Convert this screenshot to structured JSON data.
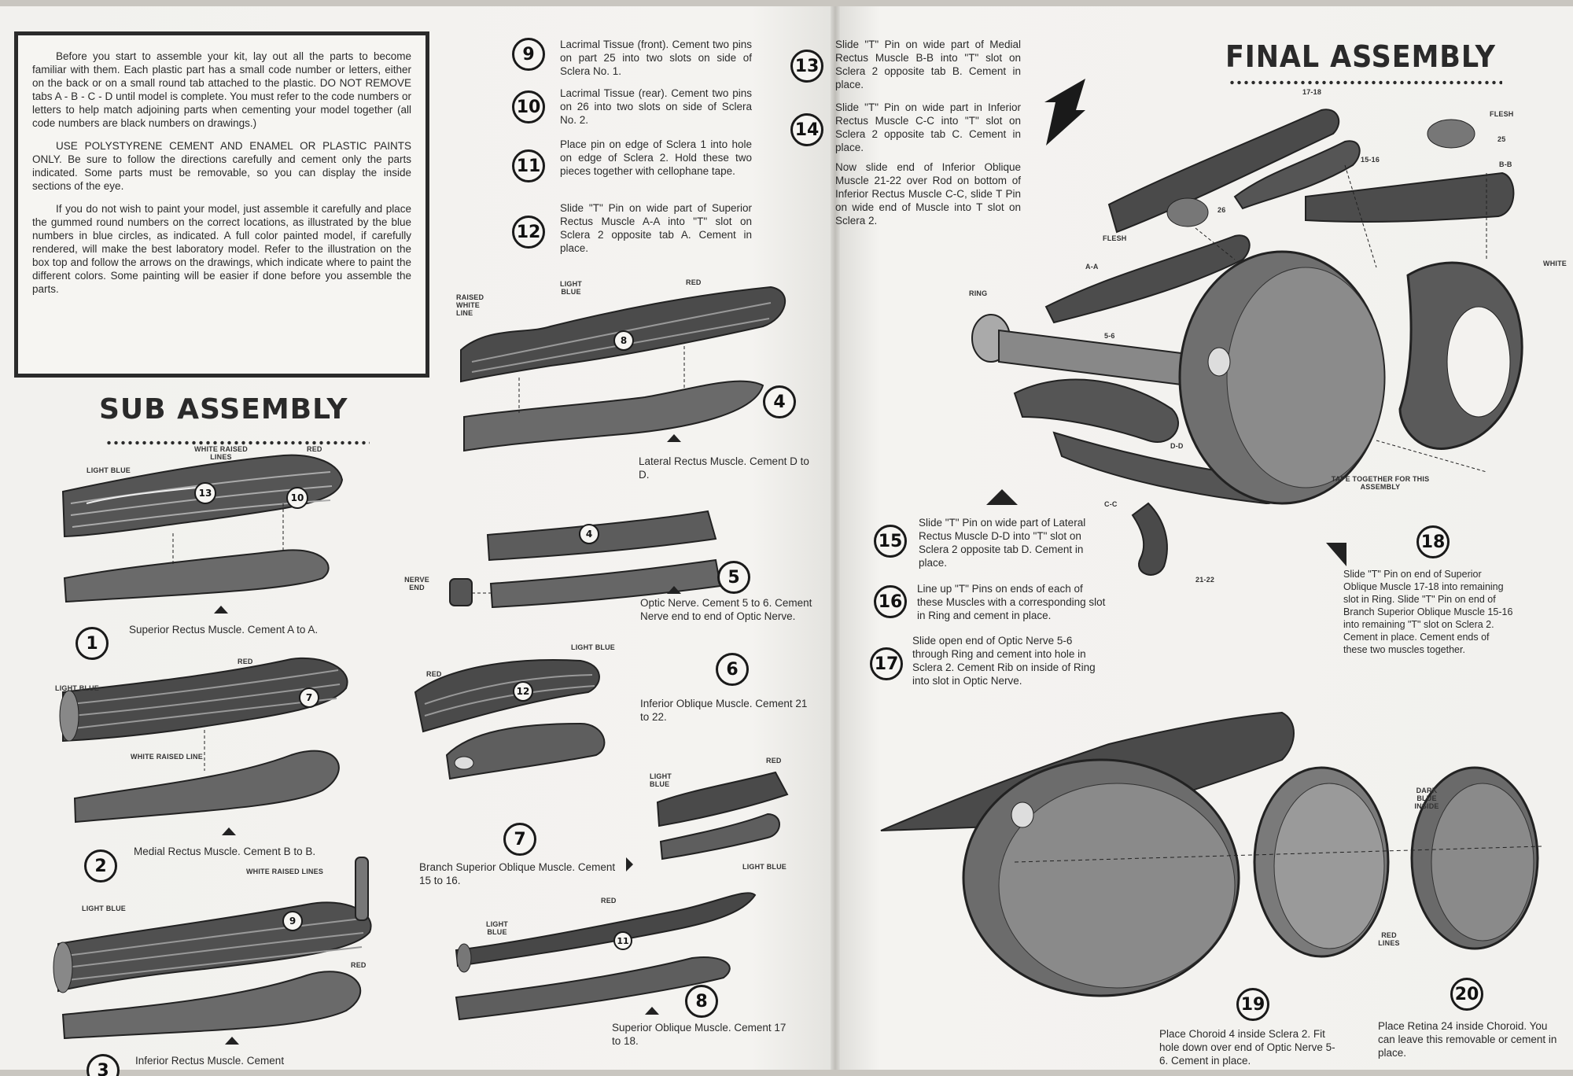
{
  "intro": {
    "p1": "Before you start to assemble your kit, lay out all the parts to become familiar with them. Each plastic part has a small code number or letters, either on the back or on a small round tab attached to the plastic. DO NOT REMOVE tabs A - B - C - D until model is complete. You must refer to the code numbers or letters to help match adjoining parts when cementing your model together (all code numbers are black numbers on drawings.)",
    "p2": "USE POLYSTYRENE CEMENT AND ENAMEL OR PLASTIC PAINTS ONLY. Be sure to follow the directions carefully and cement only the parts indicated. Some parts must be removable, so you can display the inside sections of the eye.",
    "p3": "If you do not wish to paint your model, just assemble it carefully and place the gummed round numbers on the correct locations, as illustrated by the blue numbers in blue circles, as indicated. A full color painted model, if carefully rendered, will make the best laboratory model. Refer to the illustration on the box top and follow the arrows on the drawings, which indicate where to paint the different colors. Some painting will be easier if done before you assemble the parts."
  },
  "headings": {
    "sub": "SUB ASSEMBLY",
    "final": "FINAL ASSEMBLY"
  },
  "steps": {
    "s1": {
      "n": "1",
      "text": "Superior Rectus Muscle. Cement A to A."
    },
    "s2": {
      "n": "2",
      "text": "Medial Rectus Muscle. Cement B to B."
    },
    "s3": {
      "n": "3",
      "text": "Inferior Rectus Muscle. Cement"
    },
    "s4": {
      "n": "4",
      "text": "Lateral Rectus Muscle. Cement D to D."
    },
    "s5": {
      "n": "5",
      "text": "Optic Nerve. Cement 5 to 6. Cement Nerve end to end of Optic Nerve."
    },
    "s6": {
      "n": "6",
      "text": "Inferior Oblique Muscle. Cement 21 to 22."
    },
    "s7": {
      "n": "7",
      "text": "Branch Superior Oblique Muscle. Cement 15 to 16."
    },
    "s8": {
      "n": "8",
      "text": "Superior Oblique Muscle. Cement 17 to 18."
    },
    "s9": {
      "n": "9",
      "text": "Lacrimal Tissue (front). Cement two pins on part 25 into two slots on side of Sclera No. 1."
    },
    "s10": {
      "n": "10",
      "text": "Lacrimal Tissue (rear). Cement two pins on 26 into two slots on side of Sclera No. 2."
    },
    "s11": {
      "n": "11",
      "text": "Place pin on edge of Sclera 1 into hole on edge of Sclera 2. Hold these two pieces together with cellophane tape."
    },
    "s12": {
      "n": "12",
      "text": "Slide \"T\" Pin on wide part of Superior Rectus Muscle A-A into \"T\" slot on Sclera 2 opposite tab A. Cement in place."
    },
    "s13": {
      "n": "13",
      "text": "Slide \"T\" Pin on wide part of Medial Rectus Muscle B-B into \"T\" slot on Sclera 2 opposite tab B. Cement in place."
    },
    "s14": {
      "n": "14",
      "text": "Slide \"T\" Pin on wide part in Inferior Rectus Muscle C-C into \"T\" slot on Sclera 2 opposite tab C. Cement in place."
    },
    "s14b": {
      "text": "Now slide end of Inferior Oblique Muscle 21-22 over Rod on bottom of Inferior Rectus Muscle C-C, slide T Pin on wide end of Muscle into T slot on Sclera 2."
    },
    "s15": {
      "n": "15",
      "text": "Slide \"T\" Pin on wide part of Lateral Rectus Muscle D-D into \"T\" slot on Sclera 2 opposite tab D. Cement in place."
    },
    "s16": {
      "n": "16",
      "text": "Line up \"T\" Pins on ends of each of these Muscles with a corresponding slot in Ring and cement in place."
    },
    "s17": {
      "n": "17",
      "text": "Slide open end of Optic Nerve 5-6 through Ring and cement into hole in Sclera 2. Cement Rib on inside of Ring into slot in Optic Nerve."
    },
    "s18": {
      "n": "18",
      "text": "Slide \"T\" Pin on end of Superior Oblique Muscle 17-18 into remaining slot in Ring. Slide \"T\" Pin on end of Branch Superior Oblique Muscle 15-16 into remaining \"T\" slot on Sclera 2. Cement in place. Cement ends of these two muscles together."
    },
    "s19": {
      "n": "19",
      "text": "Place Choroid 4 inside Sclera 2. Fit hole down over end of Optic Nerve 5-6. Cement in place."
    },
    "s20": {
      "n": "20",
      "text": "Place Retina 24 inside Choroid. You can leave this removable or cement in place."
    }
  },
  "labels": {
    "light_blue": "LIGHT BLUE",
    "white_raised_lines": "WHITE RAISED LINES",
    "white_raised_line": "WHITE RAISED LINE",
    "raised_white_line": "RAISED WHITE LINE",
    "red": "RED",
    "nerve_end": "NERVE END",
    "ring": "RING",
    "flesh": "FLESH",
    "white": "WHITE",
    "tape_together": "TAPE TOGETHER FOR THIS ASSEMBLY",
    "dark_blue_inside": "DARK BLUE INSIDE",
    "red_lines": "RED LINES",
    "aa": "A-A",
    "bb": "B-B",
    "cc": "C-C",
    "dd": "D-D",
    "p56": "5-6",
    "p1718": "17-18",
    "p1516": "15-16",
    "p2122": "21-22",
    "p25": "25",
    "p26": "26"
  }
}
